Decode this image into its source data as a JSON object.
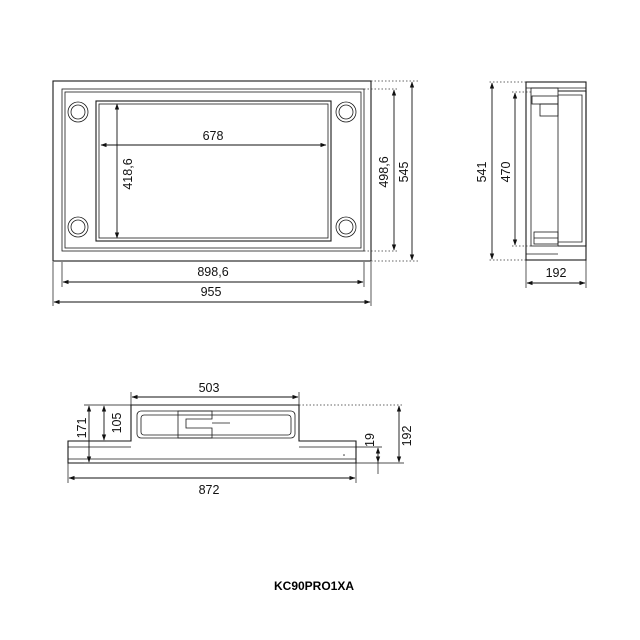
{
  "model": "KC90PRO1XA",
  "front_view": {
    "inner_width": "678",
    "inner_height": "418,6",
    "cutout_width": "898,6",
    "overall_width": "955",
    "cutout_height": "498,6",
    "overall_height": "545"
  },
  "side_view": {
    "overall_height": "541",
    "inner_height": "470",
    "depth": "192"
  },
  "section_view": {
    "top_width": "503",
    "overall_width": "872",
    "height_left": "171",
    "height_inner": "105",
    "lip_height": "19",
    "overall_height": "192"
  }
}
